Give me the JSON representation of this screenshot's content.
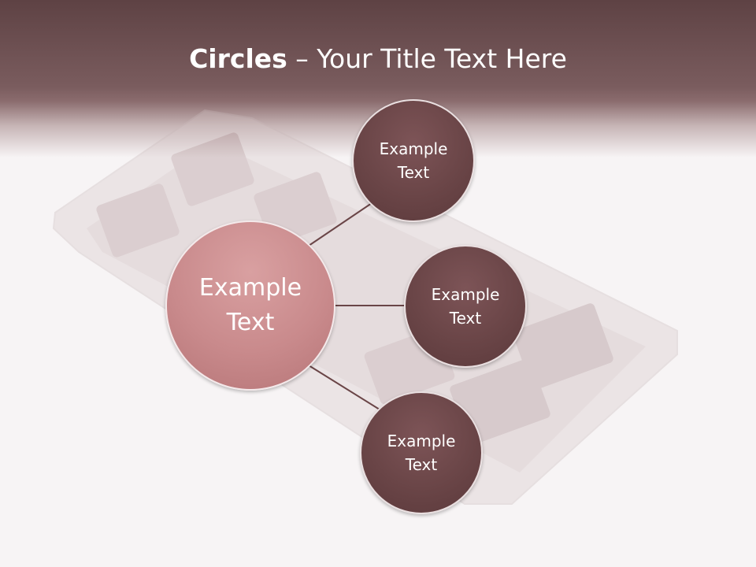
{
  "header": {
    "title_bold": "Circles",
    "title_rest": " – Your Title Text Here"
  },
  "diagram": {
    "center": {
      "line1": "Example",
      "line2": "Text"
    },
    "nodes": [
      {
        "line1": "Example",
        "line2": "Text"
      },
      {
        "line1": "Example",
        "line2": "Text"
      },
      {
        "line1": "Example",
        "line2": "Text"
      }
    ],
    "colors": {
      "header": "#6e5052",
      "node": "#6a4547",
      "center": "#c98a8c",
      "connector": "#6a4547"
    }
  }
}
